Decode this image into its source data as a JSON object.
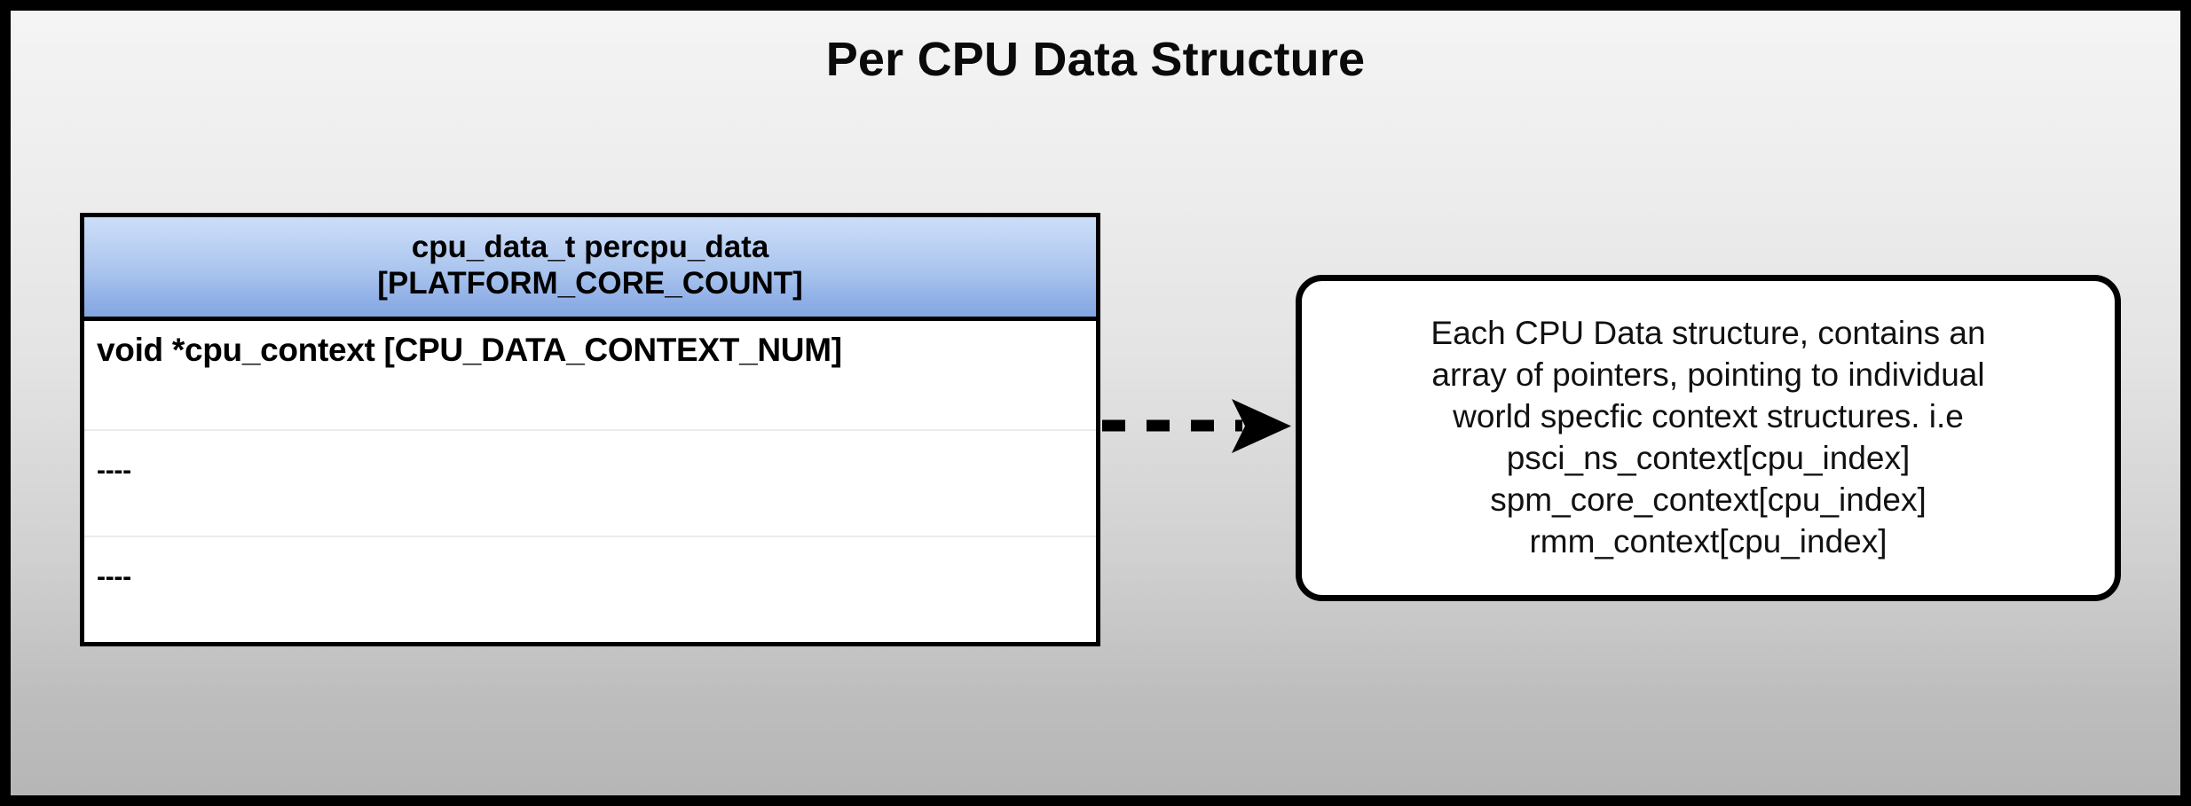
{
  "diagram": {
    "title": "Per CPU Data Structure",
    "colors": {
      "background_top": "#f4f4f4",
      "background_bottom": "#b6b6b6",
      "header_gradient_top": "#cbddf8",
      "header_gradient_bottom": "#82a5e0",
      "border": "#000000",
      "row_divider": "#ebebeb",
      "cell_background": "#ffffff"
    },
    "struct_table": {
      "header_lines": [
        "cpu_data_t percpu_data",
        "[PLATFORM_CORE_COUNT]"
      ],
      "rows": [
        {
          "text": "void *cpu_context [CPU_DATA_CONTEXT_NUM]"
        },
        {
          "text": "----"
        },
        {
          "text": "----"
        }
      ]
    },
    "connector": {
      "style": "dashed",
      "arrowhead": "triangle",
      "direction": "right",
      "name": "points-to-arrow"
    },
    "callout": {
      "lines": [
        "Each CPU Data structure, contains an",
        "array of pointers, pointing to individual",
        "world specfic context structures. i.e",
        "psci_ns_context[cpu_index]",
        "spm_core_context[cpu_index]",
        "rmm_context[cpu_index]"
      ]
    }
  }
}
